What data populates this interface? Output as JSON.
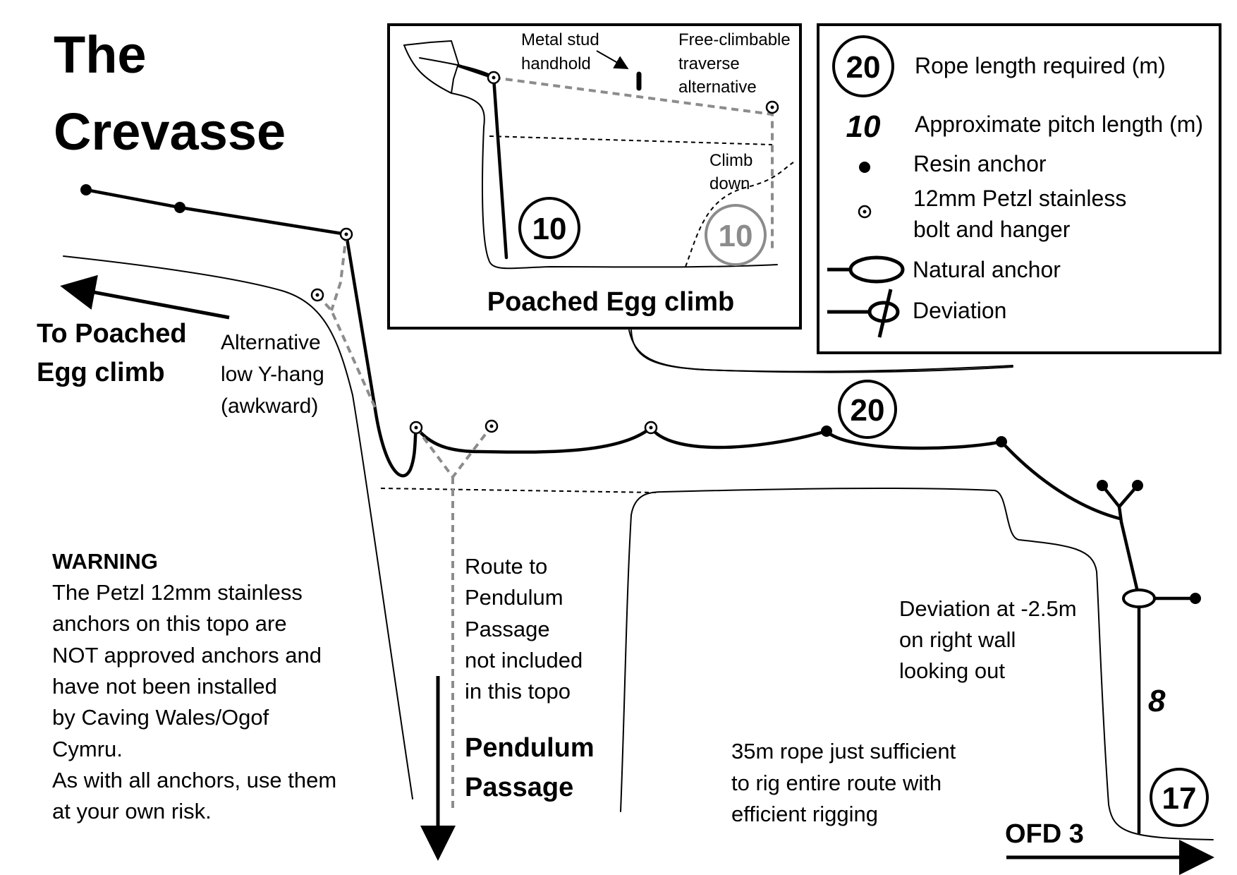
{
  "title": {
    "line1": "The",
    "line2": "Crevasse"
  },
  "left_arrow": {
    "line1": "To Poached",
    "line2": "Egg climb"
  },
  "alt_yhang": {
    "line1": "Alternative",
    "line2": "low Y-hang",
    "line3": "(awkward)"
  },
  "inset": {
    "title": "Poached Egg climb",
    "metal_stud": {
      "line1": "Metal stud",
      "line2": "handhold"
    },
    "free_climb": {
      "line1": "Free-climbable",
      "line2": "traverse",
      "line3": "alternative"
    },
    "climb_down": {
      "line1": "Climb",
      "line2": "down"
    },
    "rope_required": "10",
    "alt_rope_required": "10"
  },
  "legend": {
    "rope_sample": "20",
    "rope_label": "Rope length required (m)",
    "pitch_sample": "10",
    "pitch_label": "Approximate pitch length (m)",
    "resin_label": "Resin anchor",
    "petzl_line1": "12mm Petzl stainless",
    "petzl_line2": "bolt and hanger",
    "natural_label": "Natural anchor",
    "deviation_label": "Deviation"
  },
  "main_rope_required": "20",
  "pendulum": {
    "route_lines": [
      "Route to",
      "Pendulum",
      "Passage",
      "not included",
      "in this topo"
    ],
    "name_line1": "Pendulum",
    "name_line2": "Passage"
  },
  "warning": {
    "heading": "WARNING",
    "lines": [
      "The Petzl 12mm stainless",
      "anchors on this topo are",
      "NOT approved anchors and",
      "have not been installed",
      "by Caving Wales/Ogof",
      "Cymru.",
      "As with all anchors, use them",
      "at your own risk."
    ]
  },
  "deviation_note": [
    "Deviation at -2.5m",
    "on right wall",
    "looking out"
  ],
  "rope_note": [
    "35m rope just sufficient",
    "to rig entire route with",
    "efficient rigging"
  ],
  "final_pitch_length": "8",
  "final_rope_required": "17",
  "exit_label": "OFD 3",
  "colors": {
    "ink": "#000000",
    "alternative": "#8c8c8c"
  }
}
